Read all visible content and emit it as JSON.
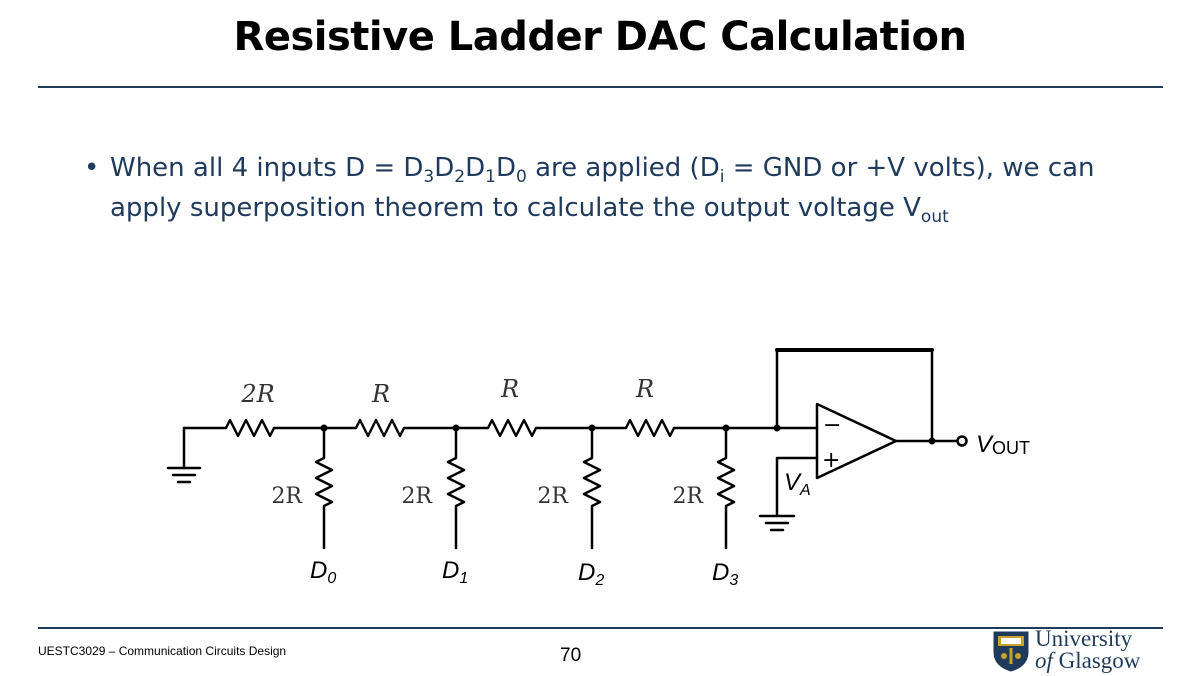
{
  "slide": {
    "title": "Resistive Ladder DAC Calculation",
    "bullet": {
      "part1": "When all 4 inputs D = D",
      "s3": "3",
      "dl2": "D",
      "s2": "2",
      "dl1": "D",
      "s1": "1",
      "dl0": "D",
      "s0": "0",
      "part2": " are applied (D",
      "si": "i",
      "part3": " = GND or +V volts), we can apply superposition theorem to calculate the output voltage V",
      "sout": "out"
    }
  },
  "circuit": {
    "top_resistors": [
      "2R",
      "R",
      "R",
      "R"
    ],
    "shunt_resistors": [
      "2R",
      "2R",
      "2R",
      "2R"
    ],
    "inputs": [
      {
        "main": "D",
        "sub": "0"
      },
      {
        "main": "D",
        "sub": "1"
      },
      {
        "main": "D",
        "sub": "2"
      },
      {
        "main": "D",
        "sub": "3"
      }
    ],
    "va": {
      "main": "V",
      "sub": "A"
    },
    "vout": {
      "main": "V",
      "sub": "OUT"
    },
    "opamp_minus": "−",
    "opamp_plus": "+"
  },
  "footer": {
    "course": "UESTC3029 – Communication Circuits Design",
    "page": "70",
    "university_line1": "University",
    "university_of": "of",
    "university_line2": "Glasgow"
  }
}
